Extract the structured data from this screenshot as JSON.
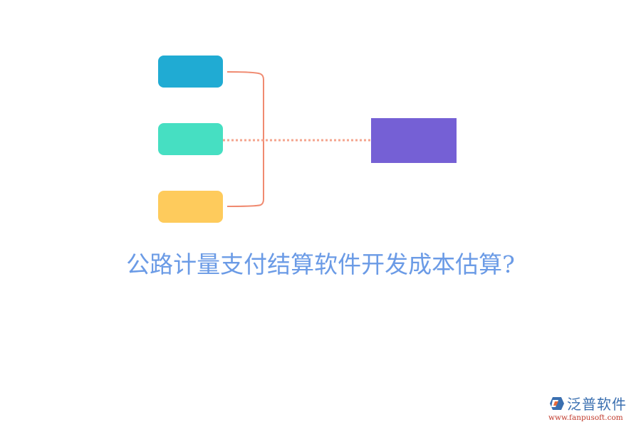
{
  "diagram": {
    "nodes": [
      {
        "id": "node-1",
        "label": "",
        "color": "#20abd3"
      },
      {
        "id": "node-2",
        "label": "",
        "color": "#46dfc2"
      },
      {
        "id": "node-3",
        "label": "",
        "color": "#fecb5c"
      },
      {
        "id": "target",
        "label": "",
        "color": "#7560d5"
      }
    ],
    "connector_color": "#f08a70",
    "dotted_color": "#f4a58f"
  },
  "title": {
    "text": "公路计量支付结算软件开发成本估算?",
    "color": "#6b9be6"
  },
  "logo": {
    "name": "泛普软件",
    "url": "www.fanpusoft.com"
  }
}
